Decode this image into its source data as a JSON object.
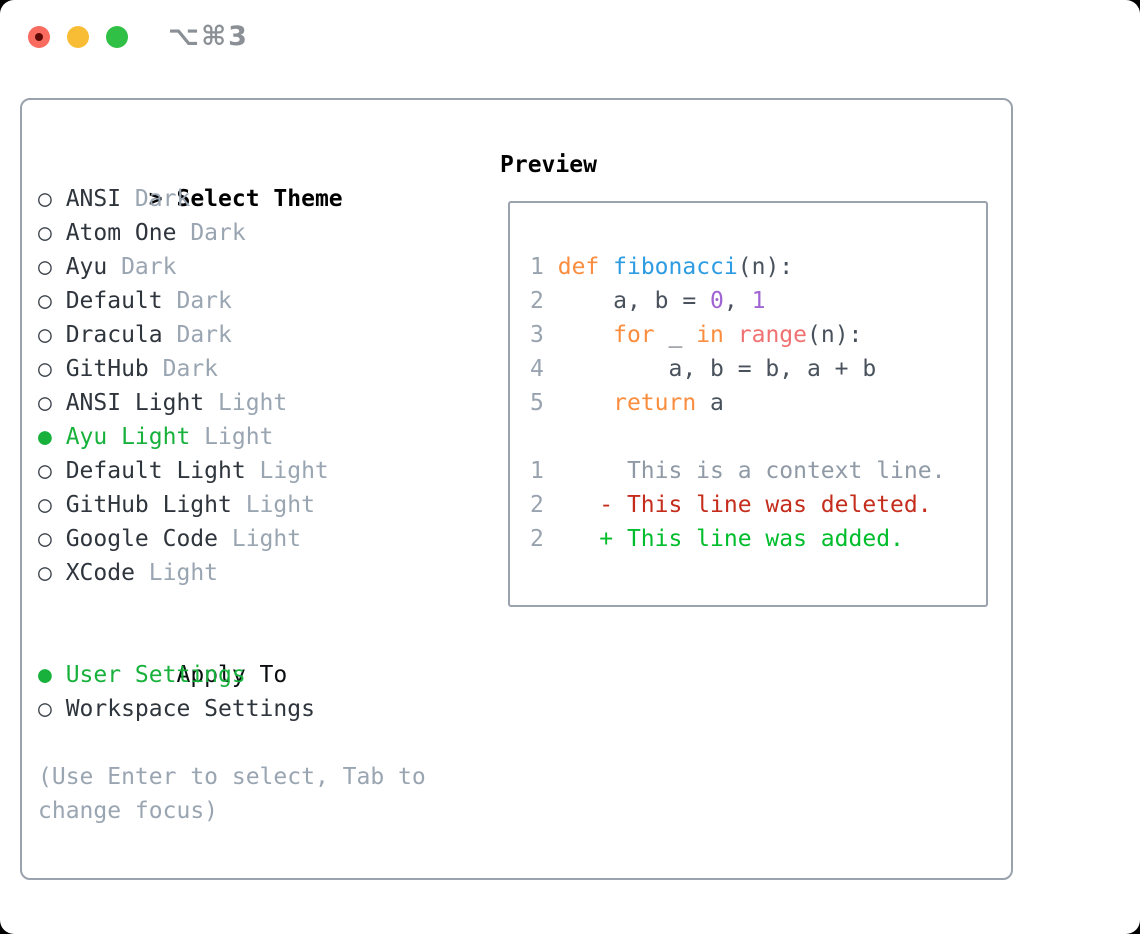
{
  "window": {
    "title_shortcut": "⌥⌘3",
    "traffic_lights": [
      {
        "name": "close-button",
        "color": "#f96a5f"
      },
      {
        "name": "minimize-button",
        "color": "#f9bd35"
      },
      {
        "name": "zoom-button",
        "color": "#2fc045"
      }
    ]
  },
  "markers": {
    "selected": "●",
    "unselected": "○",
    "prompt": ">"
  },
  "theme_picker": {
    "prompt": ">",
    "title": "Select Theme",
    "items": [
      {
        "name": "ANSI",
        "variant": "Dark",
        "selected": false
      },
      {
        "name": "Atom One",
        "variant": "Dark",
        "selected": false
      },
      {
        "name": "Ayu",
        "variant": "Dark",
        "selected": false
      },
      {
        "name": "Default",
        "variant": "Dark",
        "selected": false
      },
      {
        "name": "Dracula",
        "variant": "Dark",
        "selected": false
      },
      {
        "name": "GitHub",
        "variant": "Dark",
        "selected": false
      },
      {
        "name": "ANSI Light",
        "variant": "Light",
        "selected": false
      },
      {
        "name": "Ayu Light",
        "variant": "Light",
        "selected": true
      },
      {
        "name": "Default Light",
        "variant": "Light",
        "selected": false
      },
      {
        "name": "GitHub Light",
        "variant": "Light",
        "selected": false
      },
      {
        "name": "Google Code",
        "variant": "Light",
        "selected": false
      },
      {
        "name": "XCode",
        "variant": "Light",
        "selected": false
      }
    ],
    "apply_to": {
      "title": "Apply To",
      "options": [
        {
          "name": "User Settings",
          "selected": true
        },
        {
          "name": "Workspace Settings",
          "selected": false
        }
      ]
    },
    "hint": "(Use Enter to select, Tab to change focus)"
  },
  "preview": {
    "title": "Preview",
    "code_lines": [
      [
        {
          "t": "1",
          "c": "line_number"
        },
        {
          "t": " ",
          "c": "foreground"
        },
        {
          "t": "def",
          "c": "keyword"
        },
        {
          "t": " ",
          "c": "foreground"
        },
        {
          "t": "fibonacci",
          "c": "function"
        },
        {
          "t": "(n):",
          "c": "foreground"
        }
      ],
      [
        {
          "t": "2",
          "c": "line_number"
        },
        {
          "t": "     a, b = ",
          "c": "foreground"
        },
        {
          "t": "0",
          "c": "number"
        },
        {
          "t": ", ",
          "c": "foreground"
        },
        {
          "t": "1",
          "c": "number"
        }
      ],
      [
        {
          "t": "3",
          "c": "line_number"
        },
        {
          "t": "     ",
          "c": "foreground"
        },
        {
          "t": "for",
          "c": "keyword"
        },
        {
          "t": " _ ",
          "c": "foreground"
        },
        {
          "t": "in",
          "c": "keyword"
        },
        {
          "t": " ",
          "c": "foreground"
        },
        {
          "t": "range",
          "c": "call"
        },
        {
          "t": "(n):",
          "c": "foreground"
        }
      ],
      [
        {
          "t": "4",
          "c": "line_number"
        },
        {
          "t": "         a, b = b, a + b",
          "c": "foreground"
        }
      ],
      [
        {
          "t": "5",
          "c": "line_number"
        },
        {
          "t": "     ",
          "c": "foreground"
        },
        {
          "t": "return",
          "c": "keyword"
        },
        {
          "t": " a",
          "c": "foreground"
        }
      ],
      [],
      [
        {
          "t": "1",
          "c": "line_number"
        },
        {
          "t": "      This is a context line.",
          "c": "context"
        }
      ],
      [
        {
          "t": "2",
          "c": "line_number"
        },
        {
          "t": "    ",
          "c": "foreground"
        },
        {
          "t": "- This line was deleted.",
          "c": "deleted"
        }
      ],
      [
        {
          "t": "2",
          "c": "line_number"
        },
        {
          "t": "    ",
          "c": "foreground"
        },
        {
          "t": "+ This line was added.",
          "c": "added"
        }
      ]
    ]
  },
  "colors": {
    "ui_green": "#17b13c",
    "ui_text": "#2f353c",
    "ui_muted": "#9aa5b2",
    "panel_border": "#9aa3ad",
    "traffic_red": "#f96a5f",
    "traffic_yellow": "#f9bd35",
    "traffic_green": "#2fc045",
    "syntax": {
      "line_number": "#98a3af",
      "foreground": "#49525c",
      "keyword": "#fa8d3e",
      "function": "#2e9ce2",
      "number": "#a065d2",
      "call": "#f07171",
      "context": "#8f9aa6",
      "deleted": "#c42d1c",
      "added": "#00bd2c"
    }
  }
}
